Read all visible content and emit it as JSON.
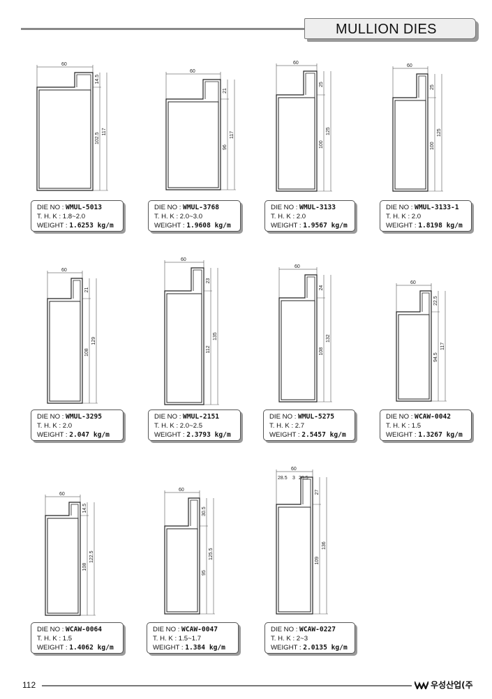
{
  "header": {
    "title": "MULLION DIES"
  },
  "footer": {
    "page_number": "112",
    "company": "우성산업(주"
  },
  "labels": {
    "die_no": "DIE NO : ",
    "thk": "T. H. K : ",
    "weight": "WEIGHT : "
  },
  "dies": [
    {
      "die_no": "WMUL-5013",
      "thk": "1.8~2.0",
      "weight": "1.6253 kg/m",
      "dims": {
        "width": "60",
        "top": "14.5",
        "inner": "102.5",
        "total": "117"
      }
    },
    {
      "die_no": "WMUL-3768",
      "thk": "2.0~3.0",
      "weight": "1.9608 kg/m",
      "dims": {
        "width": "60",
        "top": "21",
        "inner": "96",
        "total": "117"
      }
    },
    {
      "die_no": "WMUL-3133",
      "thk": "2.0",
      "weight": "1.9567 kg/m",
      "dims": {
        "width": "60",
        "top": "25",
        "inner": "100",
        "total": "125"
      }
    },
    {
      "die_no": "WMUL-3133-1",
      "thk": "2.0",
      "weight": "1.8198 kg/m",
      "dims": {
        "width": "60",
        "top": "25",
        "inner": "100",
        "total": "125"
      }
    },
    {
      "die_no": "WMUL-3295",
      "thk": "2.0",
      "weight": "2.047 kg/m",
      "dims": {
        "width": "60",
        "top": "21",
        "inner": "108",
        "total": "129"
      }
    },
    {
      "die_no": "WMUL-2151",
      "thk": "2.0~2.5",
      "weight": "2.3793 kg/m",
      "dims": {
        "width": "60",
        "top": "23",
        "inner": "112",
        "total": "135"
      }
    },
    {
      "die_no": "WMUL-5275",
      "thk": "2.7",
      "weight": "2.5457 kg/m",
      "dims": {
        "width": "60",
        "top": "24",
        "inner": "108",
        "total": "132"
      }
    },
    {
      "die_no": "WCAW-0042",
      "thk": "1.5",
      "weight": "1.3267 kg/m",
      "dims": {
        "width": "60",
        "top": "22.5",
        "inner": "94.5",
        "total": "117"
      }
    },
    {
      "die_no": "WCAW-0064",
      "thk": "1.5",
      "weight": "1.4062 kg/m",
      "dims": {
        "width": "60",
        "top": "14.5",
        "inner": "108",
        "total": "122.5"
      }
    },
    {
      "die_no": "WCAW-0047",
      "thk": "1.5~1.7",
      "weight": "1.384 kg/m",
      "dims": {
        "width": "60",
        "top": "30.5",
        "inner": "95",
        "total": "125.5"
      }
    },
    {
      "die_no": "WCAW-0227",
      "thk": "2~3",
      "weight": "2.0135 kg/m",
      "dims": {
        "width": "60",
        "top": "27",
        "inner": "109",
        "total": "136",
        "left_sub": "28.5",
        "mid_sub": "3",
        "right_sub": "28.5"
      }
    }
  ]
}
